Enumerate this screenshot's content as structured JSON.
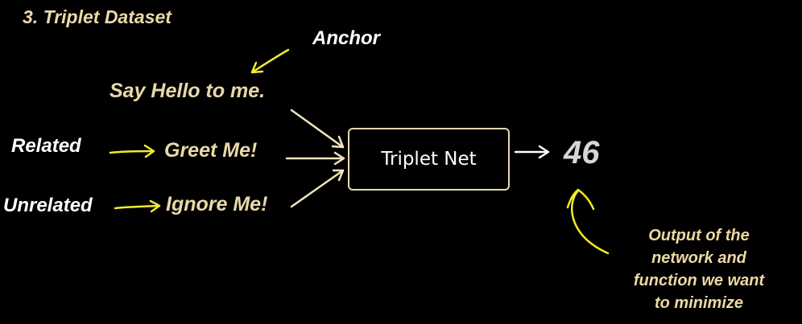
{
  "title": "3. Triplet Dataset",
  "labels": {
    "anchor": "Anchor",
    "related": "Related",
    "unrelated": "Unrelated"
  },
  "sentences": {
    "anchor": "Say Hello to me.",
    "related": "Greet Me!",
    "unrelated": "Ignore Me!"
  },
  "network": {
    "label": "Triplet Net"
  },
  "output": {
    "value": "46",
    "caption_lines": [
      "Output of the",
      "network and",
      "function we want",
      "to minimize"
    ]
  },
  "colors": {
    "background": "#000000",
    "cream_text": "#e8d9a9",
    "annotation_yellow": "#f2ea2a",
    "arrow_cream": "#f1e3bd",
    "output_gray": "#d6d6d6"
  }
}
